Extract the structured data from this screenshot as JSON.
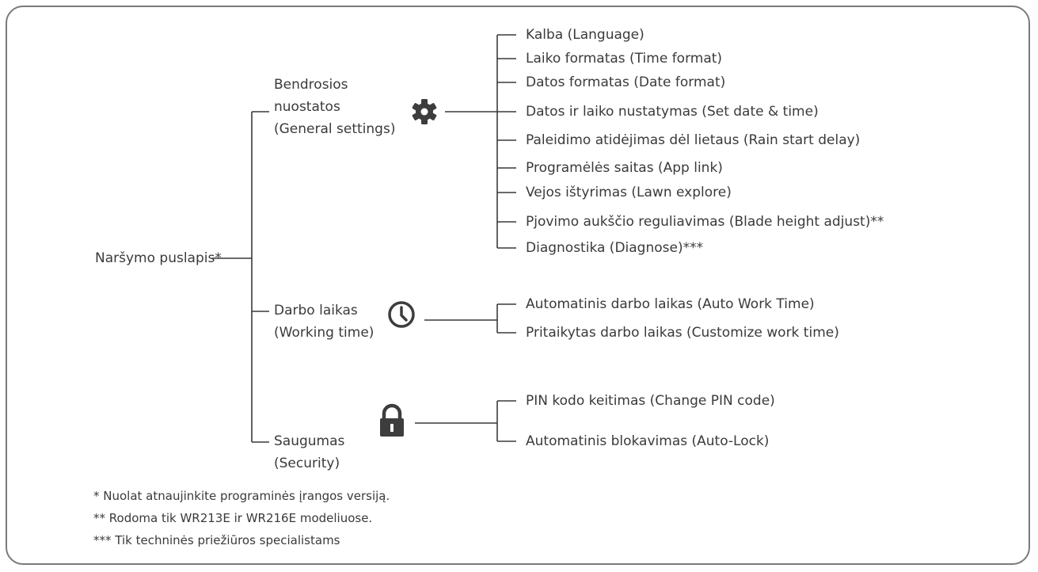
{
  "root": {
    "label": "Naršymo puslapis*"
  },
  "branches": [
    {
      "lines": [
        "Bendrosios",
        "nuostatos",
        "(General settings)"
      ],
      "icon": "gear-icon",
      "items": [
        "Kalba (Language)",
        "Laiko formatas (Time format)",
        "Datos formatas (Date format)",
        "Datos ir laiko nustatymas (Set date & time)",
        "Paleidimo atidėjimas dėl lietaus (Rain start delay)",
        "Programėlės saitas (App link)",
        "Vejos ištyrimas (Lawn explore)",
        "Pjovimo aukščio reguliavimas (Blade height adjust)**",
        "Diagnostika (Diagnose)***"
      ]
    },
    {
      "lines": [
        "Darbo laikas",
        "(Working time)"
      ],
      "icon": "clock-icon",
      "items": [
        "Automatinis darbo laikas (Auto Work Time)",
        "Pritaikytas darbo laikas (Customize work time)"
      ]
    },
    {
      "lines": [
        "Saugumas",
        "(Security)"
      ],
      "icon": "lock-icon",
      "items": [
        "PIN kodo keitimas (Change PIN code)",
        "Automatinis blokavimas (Auto-Lock)"
      ]
    }
  ],
  "footnotes": [
    "* Nuolat atnaujinkite programinės įrangos versiją.",
    "** Rodoma tik WR213E ir WR216E modeliuose.",
    "*** Tik techninės priežiūros specialistams"
  ],
  "colors": {
    "line": "#3a3a3a",
    "icon": "#3d3d3d",
    "frame": "#7a7a7a"
  }
}
